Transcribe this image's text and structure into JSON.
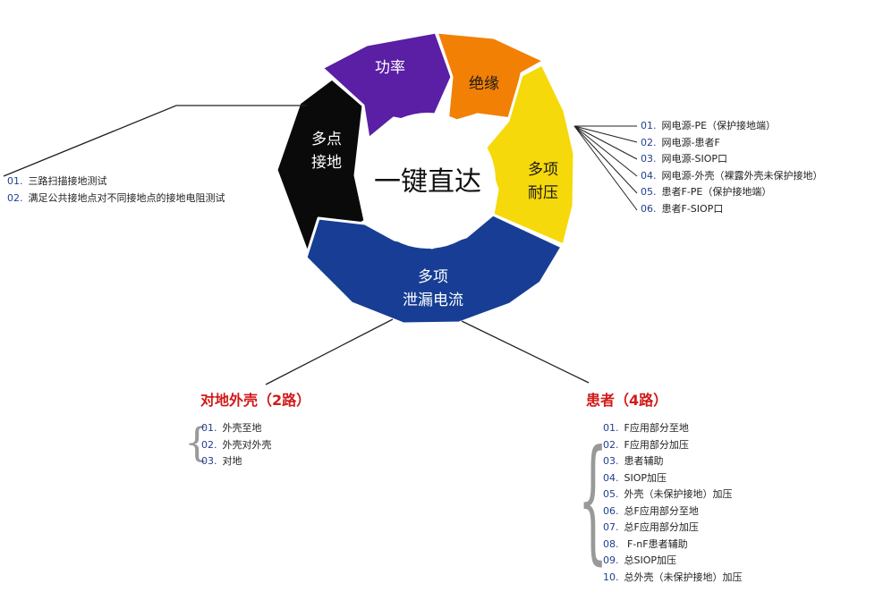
{
  "center": {
    "label": "一键直达"
  },
  "segments": {
    "power": {
      "label": "功率",
      "color": "#5a1fa4"
    },
    "insulation": {
      "label": "绝缘",
      "color": "#f28005"
    },
    "withstand": {
      "line1": "多项",
      "line2": "耐压",
      "color": "#f6d90b"
    },
    "leakage": {
      "line1": "多项",
      "line2": "泄漏电流",
      "color": "#173e94"
    },
    "grounding": {
      "line1": "多点",
      "line2": "接地",
      "color": "#0a0a0a"
    }
  },
  "left_list": {
    "items": [
      {
        "num": "01.",
        "text": "三路扫描接地测试"
      },
      {
        "num": "02.",
        "text": "满足公共接地点对不同接地点的接地电阻测试"
      }
    ]
  },
  "right_list": {
    "items": [
      {
        "num": "01.",
        "text": "网电源-PE（保护接地端）"
      },
      {
        "num": "02.",
        "text": "网电源-患者F"
      },
      {
        "num": "03.",
        "text": "网电源-SIOP口"
      },
      {
        "num": "04.",
        "text": "网电源-外壳（裸露外壳未保护接地）"
      },
      {
        "num": "05.",
        "text": "患者F-PE（保护接地端）"
      },
      {
        "num": "06.",
        "text": "患者F-SIOP口"
      }
    ]
  },
  "enclosure": {
    "heading": "对地外壳（2路）",
    "items": [
      {
        "num": "01.",
        "text": "外壳至地"
      },
      {
        "num": "02.",
        "text": "外壳对外壳"
      },
      {
        "num": "03.",
        "text": "对地"
      }
    ]
  },
  "patient": {
    "heading": "患者（4路）",
    "items": [
      {
        "num": "01.",
        "text": "F应用部分至地"
      },
      {
        "num": "02.",
        "text": "F应用部分加压"
      },
      {
        "num": "03.",
        "text": "患者辅助"
      },
      {
        "num": "04.",
        "text": "SIOP加压"
      },
      {
        "num": "05.",
        "text": "外壳（未保护接地）加压"
      },
      {
        "num": "06.",
        "text": "总F应用部分至地"
      },
      {
        "num": "07.",
        "text": "总F应用部分加压"
      },
      {
        "num": "08.",
        "text": " F-nF患者辅助"
      },
      {
        "num": "09.",
        "text": "总SIOP加压"
      },
      {
        "num": "10.",
        "text": "总外壳（未保护接地）加压"
      }
    ]
  }
}
